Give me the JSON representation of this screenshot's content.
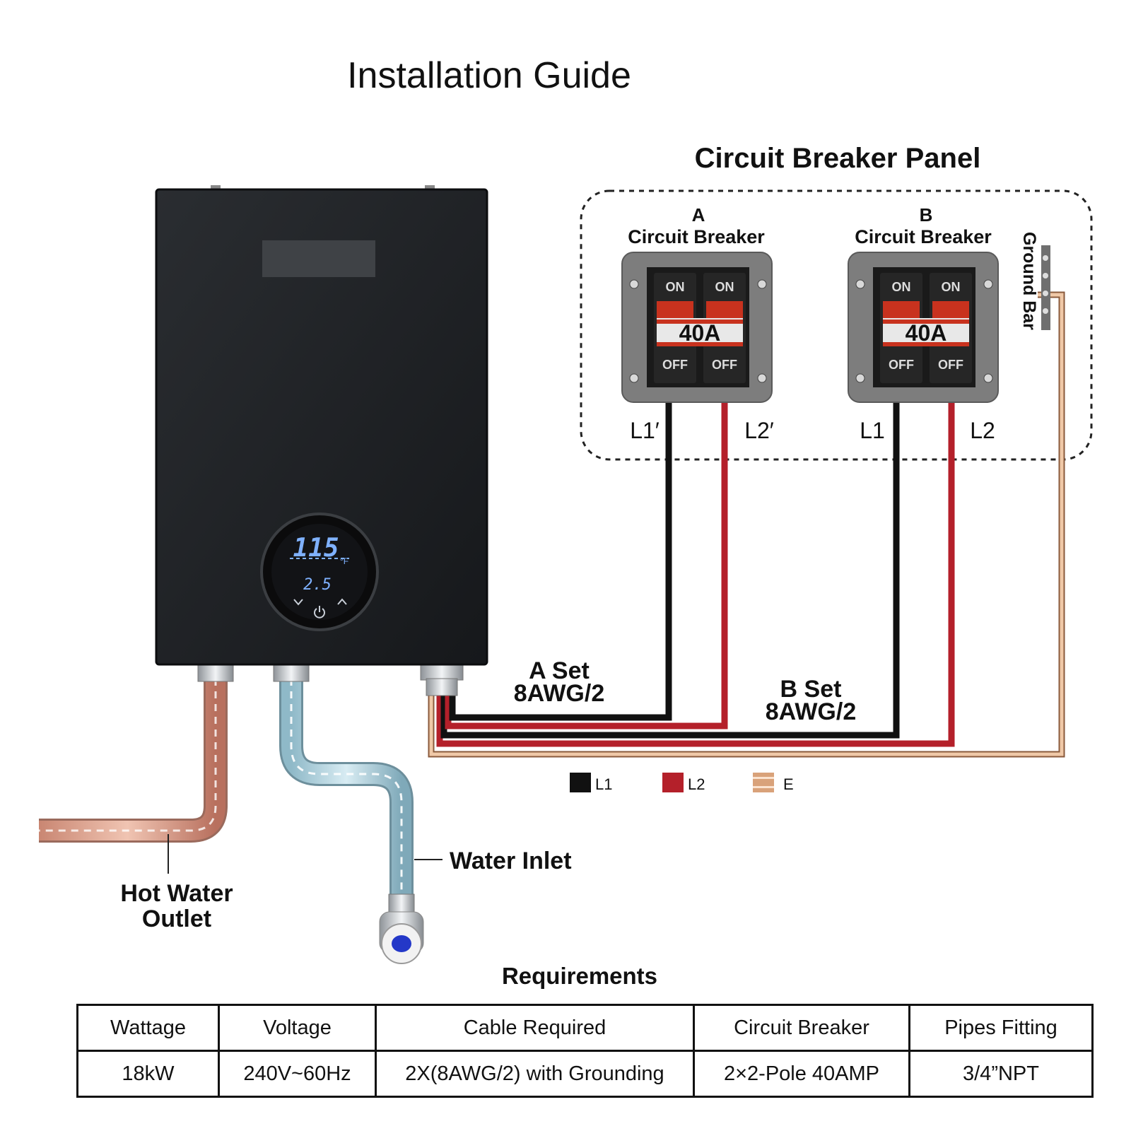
{
  "title": "Installation Guide",
  "panel": {
    "title": "Circuit Breaker Panel",
    "breakers": [
      {
        "letter": "A",
        "name": "Circuit Breaker",
        "on1": "ON",
        "on2": "ON",
        "rating": "40A",
        "off1": "OFF",
        "off2": "OFF",
        "line1": "L1′",
        "line2": "L2′"
      },
      {
        "letter": "B",
        "name": "Circuit Breaker",
        "on1": "ON",
        "on2": "ON",
        "rating": "40A",
        "off1": "OFF",
        "off2": "OFF",
        "line1": "L1",
        "line2": "L2"
      }
    ],
    "ground_bar": "Ground Bar"
  },
  "heater_display": {
    "temperature": "115",
    "unit": "°F",
    "flow": "2.5"
  },
  "cables": {
    "a_set_name": "A Set",
    "a_set_gauge": "8AWG/2",
    "b_set_name": "B Set",
    "b_set_gauge": "8AWG/2"
  },
  "legend": [
    {
      "label": "L1",
      "color": "#111111"
    },
    {
      "label": "L2",
      "color": "#b4202a"
    },
    {
      "label": "E",
      "color": "#d9a27a"
    }
  ],
  "labels": {
    "hot_water_line1": "Hot Water",
    "hot_water_line2": "Outlet",
    "water_inlet": "Water Inlet"
  },
  "colors": {
    "wire_l1": "#111111",
    "wire_l2": "#b4202a",
    "wire_e": "#d9a27a",
    "breaker_red": "#c8321e",
    "heater_body": "#1e2124",
    "display_blue": "#7fb1ff"
  },
  "requirements": {
    "title": "Requirements",
    "headers": [
      "Wattage",
      "Voltage",
      "Cable Required",
      "Circuit Breaker",
      "Pipes Fitting"
    ],
    "values": [
      "18kW",
      "240V~60Hz",
      "2X(8AWG/2) with Grounding",
      "2×2-Pole 40AMP",
      "3/4”NPT"
    ]
  }
}
